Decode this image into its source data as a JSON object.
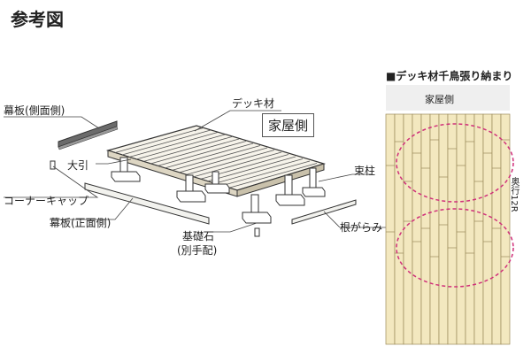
{
  "page": {
    "title": "参考図"
  },
  "diagram": {
    "labels": {
      "fascia_side": "幕板(側面側)",
      "deck_material": "デッキ材",
      "house_side": "家屋側",
      "beam": "大引",
      "post": "束柱",
      "corner_cap": "コーナーキャップ",
      "fascia_front": "幕板(正面側)",
      "foundation_line1": "基礎石",
      "foundation_line2": "(別手配)",
      "ground_tie": "根がらみ"
    }
  },
  "layout_panel": {
    "header": "■デッキ材千鳥張り納まり",
    "house_side": "家屋側",
    "depth_label": "奥行12R"
  },
  "colors": {
    "plank_fill": "#f3e8bf",
    "plank_stroke": "#9b8a5a",
    "highlight_ellipse": "#d0307a"
  }
}
